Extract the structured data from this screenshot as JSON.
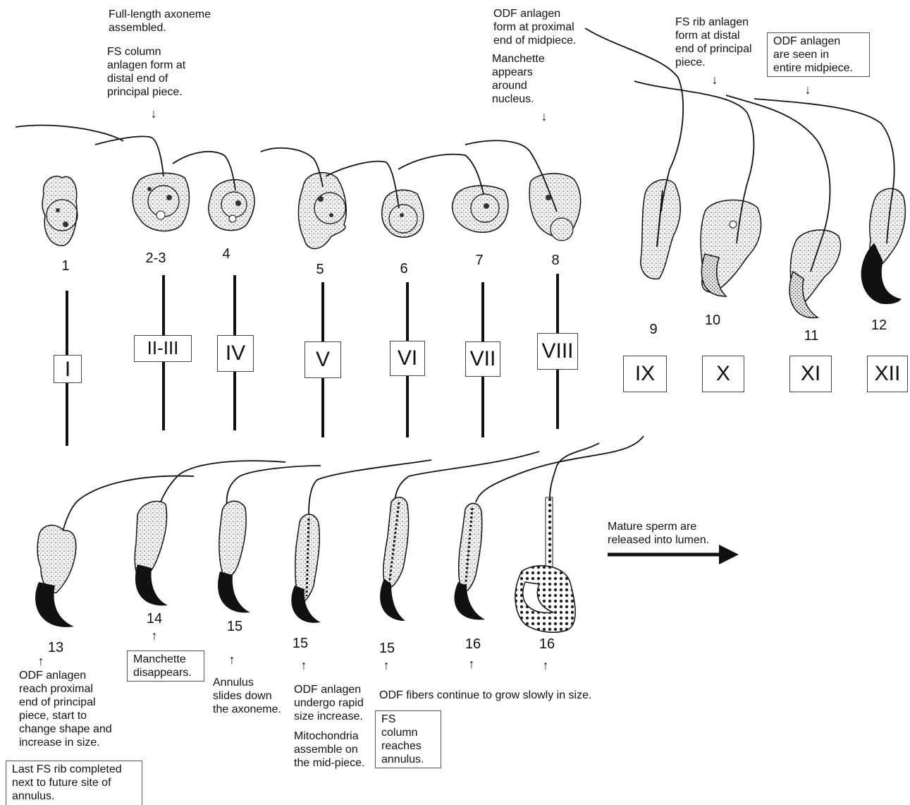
{
  "annotations": {
    "top_col2": [
      "Full-length axoneme\nassembled.",
      "FS column\nanlagen form at\ndistal end of\nprincipal piece."
    ],
    "top_col8": [
      "ODF anlagen\nform at proximal\nend of midpiece.",
      "Manchette\nappears\naround\nnucleus."
    ],
    "top_col10": "FS rib anlagen\nform at distal\nend of principal\npiece.",
    "top_col12": "ODF anlagen\nare seen in\nentire midpiece.",
    "bottom_13": "ODF anlagen\nreach proximal\nend of principal\npiece, start to\nchange shape and\nincrease in size.",
    "bottom_13_box": "Last FS rib completed\nnext to future site of\nannulus.",
    "bottom_14_box": "Manchette\ndisappears.",
    "bottom_15a": "Annulus\nslides down\nthe axoneme.",
    "bottom_15b": [
      "ODF anlagen\nundergo rapid\nsize increase.",
      "Mitochondria\nassemble on\nthe mid-piece."
    ],
    "bottom_15c": "ODF fibers continue to grow slowly in size.",
    "bottom_15c_box": "FS column\nreaches\nannulus.",
    "release": "Mature sperm are\nreleased into lumen."
  },
  "arrows": {
    "down": "↓",
    "up": "↑"
  },
  "stage_numbers_top": [
    "1",
    "2-3",
    "4",
    "5",
    "6",
    "7",
    "8",
    "9",
    "10",
    "11",
    "12"
  ],
  "stage_numbers_bottom": [
    "13",
    "14",
    "15",
    "15",
    "15",
    "16",
    "16"
  ],
  "stage_labels": [
    "I",
    "II-III",
    "IV",
    "V",
    "VI",
    "VII",
    "VIII",
    "IX",
    "X",
    "XI",
    "XII"
  ]
}
